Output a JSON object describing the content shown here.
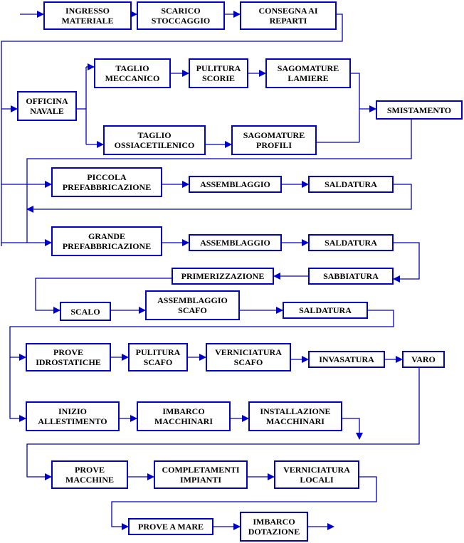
{
  "colors": {
    "line": "#0000cc",
    "box_border": "#0000cc",
    "text": "#000000",
    "background": "#ffffff"
  },
  "steps": {
    "ingresso_materiale": "INGRESSO\nMATERIALE",
    "scarico_stoccaggio": "SCARICO\nSTOCCAGGIO",
    "consegna_reparti": "CONSEGNA AI\nREPARTI",
    "officina_navale": "OFFICINA\nNAVALE",
    "taglio_meccanico": "TAGLIO\nMECCANICO",
    "pulitura_scorie": "PULITURA\nSCORIE",
    "sagomature_lamiere": "SAGOMATURE\nLAMIERE",
    "taglio_ossiacetilenico": "TAGLIO\nOSSIACETILENICO",
    "sagomature_profili": "SAGOMATURE\nPROFILI",
    "smistamento": "SMISTAMENTO",
    "piccola_prefabbricazione": "PICCOLA\nPREFABBRICAZIONE",
    "assemblaggio_1": "ASSEMBLAGGIO",
    "saldatura_1": "SALDATURA",
    "grande_prefabbricazione": "GRANDE\nPREFABBRICAZIONE",
    "assemblaggio_2": "ASSEMBLAGGIO",
    "saldatura_2": "SALDATURA",
    "primerizzazione": "PRIMERIZZAZIONE",
    "sabbiatura": "SABBIATURA",
    "scalo": "SCALO",
    "assemblaggio_scafo": "ASSEMBLAGGIO\nSCAFO",
    "saldatura_3": "SALDATURA",
    "prove_idrostatiche": "PROVE\nIDROSTATICHE",
    "pulitura_scafo": "PULITURA\nSCAFO",
    "verniciatura_scafo": "VERNICIATURA\nSCAFO",
    "invasatura": "INVASATURA",
    "varo": "VARO",
    "inizio_allestimento": "INIZIO\nALLESTIMENTO",
    "imbarco_macchinari": "IMBARCO\nMACCHINARI",
    "installazione_macchinari": "INSTALLAZIONE\nMACCHINARI",
    "prove_macchine": "PROVE\nMACCHINE",
    "completamenti_impianti": "COMPLETAMENTI\nIMPIANTI",
    "verniciatura_locali": "VERNICIATURA\nLOCALI",
    "prove_a_mare": "PROVE A MARE",
    "imbarco_dotazione": "IMBARCO\nDOTAZIONE"
  }
}
